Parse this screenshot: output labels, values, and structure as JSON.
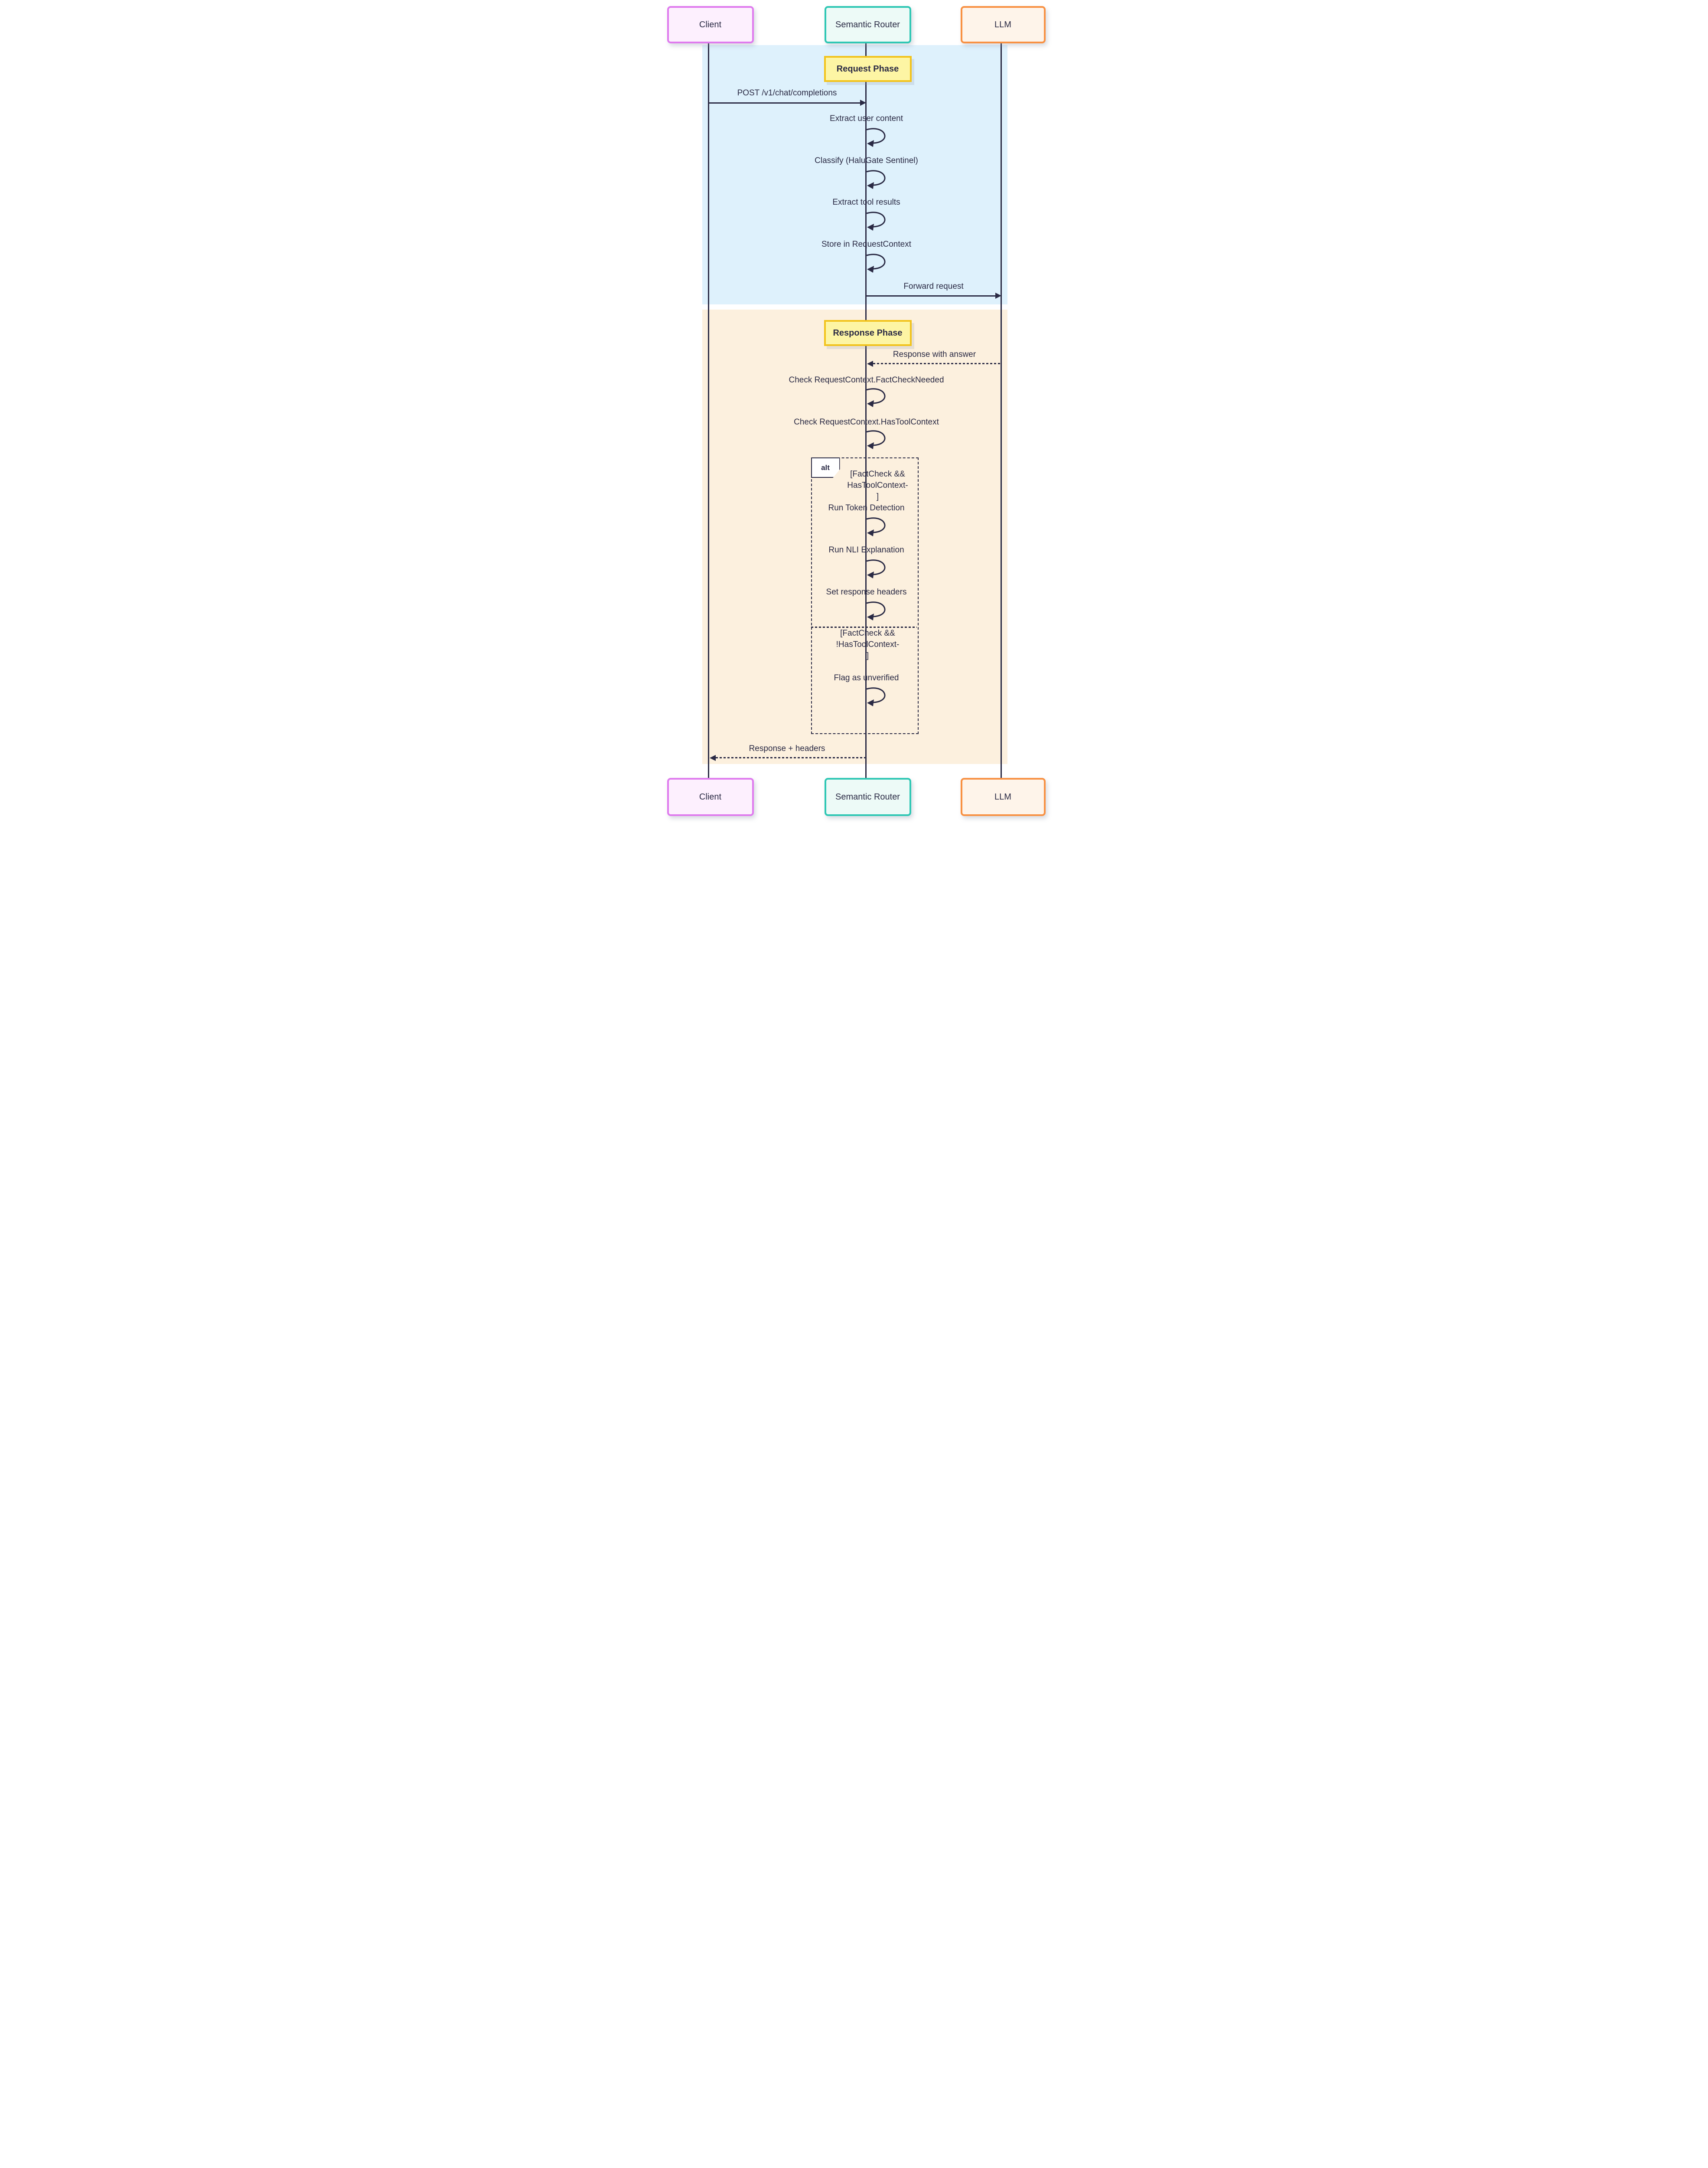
{
  "actors": [
    {
      "label": "Client"
    },
    {
      "label": "Semantic Router"
    },
    {
      "label": "LLM"
    }
  ],
  "phases": {
    "request": "Request Phase",
    "response": "Response Phase"
  },
  "messages": {
    "post": "POST /v1/chat/completions",
    "extract_user": "Extract user content",
    "classify": "Classify (HaluGate Sentinel)",
    "extract_tool": "Extract tool results",
    "store_ctx": "Store in RequestContext",
    "forward": "Forward request",
    "response_answer": "Response with answer",
    "check_factcheck": "Check RequestContext.FactCheckNeeded",
    "check_hastool": "Check RequestContext.HasToolContext",
    "run_token": "Run Token Detection",
    "run_nli": "Run NLI Explanation",
    "set_headers": "Set response headers",
    "flag_unverified": "Flag as unverified",
    "response_headers": "Response + headers"
  },
  "alt": {
    "label": "alt",
    "cond1": [
      "[FactCheck &&",
      "HasToolContext-",
      "]"
    ],
    "cond2": [
      "[FactCheck &&",
      "!HasToolContext-",
      "]"
    ]
  },
  "colors": {
    "ink": "#2a2a44",
    "client_border": "#df7bee",
    "client_fill": "#fdf0fe",
    "router_border": "#2fc7b4",
    "router_fill": "#edfaf7",
    "llm_border": "#f89143",
    "llm_fill": "#fef4ea",
    "phase_border": "#f2c31b",
    "phase_fill": "#fdf5a4",
    "request_band": "#def1fc",
    "response_band": "#fcf0de",
    "alt_label_bg": "#ffffff"
  }
}
